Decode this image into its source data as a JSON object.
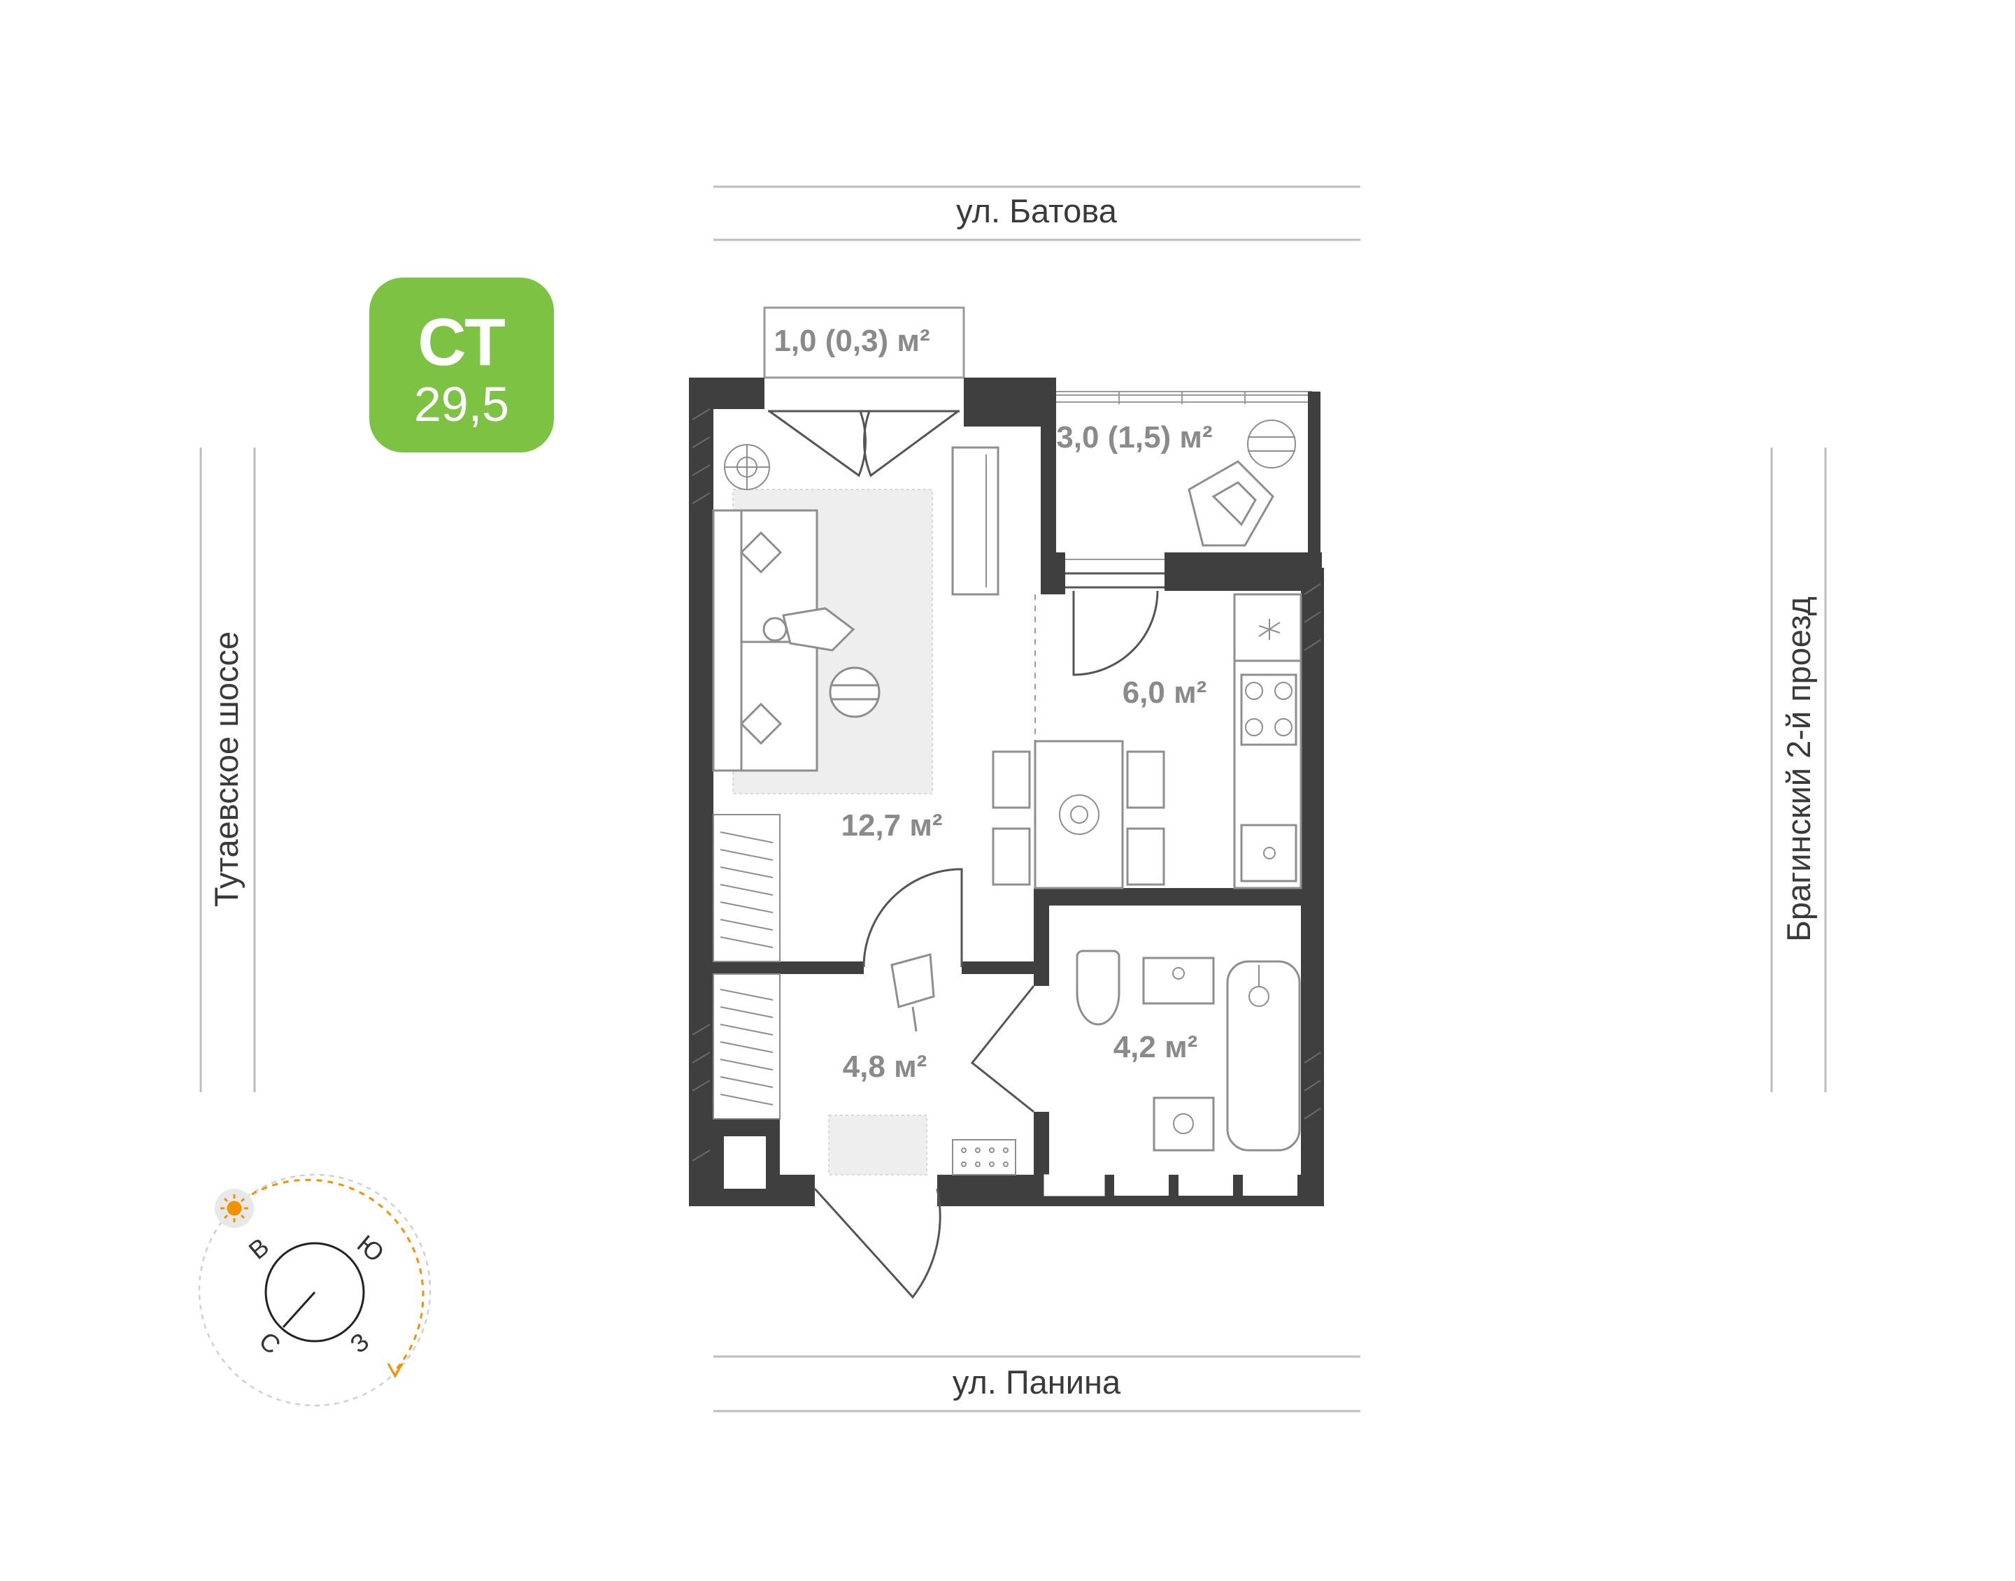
{
  "streets": {
    "top": "ул. Батова",
    "bottom": "ул. Панина",
    "left": "Тутаевское шоссе",
    "right": "Брагинский 2-й проезд"
  },
  "badge": {
    "type": "СТ",
    "area": "29,5",
    "color": "#7dc242"
  },
  "rooms": {
    "balcony_top": "1,0 (0,3) м²",
    "loggia": "3,0 (1,5) м²",
    "living": "12,7 м²",
    "kitchen": "6,0 м²",
    "hall": "4,8 м²",
    "bathroom": "4,2 м²"
  },
  "compass": {
    "east": "В",
    "south": "Ю",
    "north": "С",
    "west": "З",
    "sun_color": "#f39200"
  },
  "colors": {
    "wall": "#3f3f3f",
    "line": "#c4c4c4",
    "furniture": "#8e8e8e",
    "rug": "#eeeeee"
  }
}
